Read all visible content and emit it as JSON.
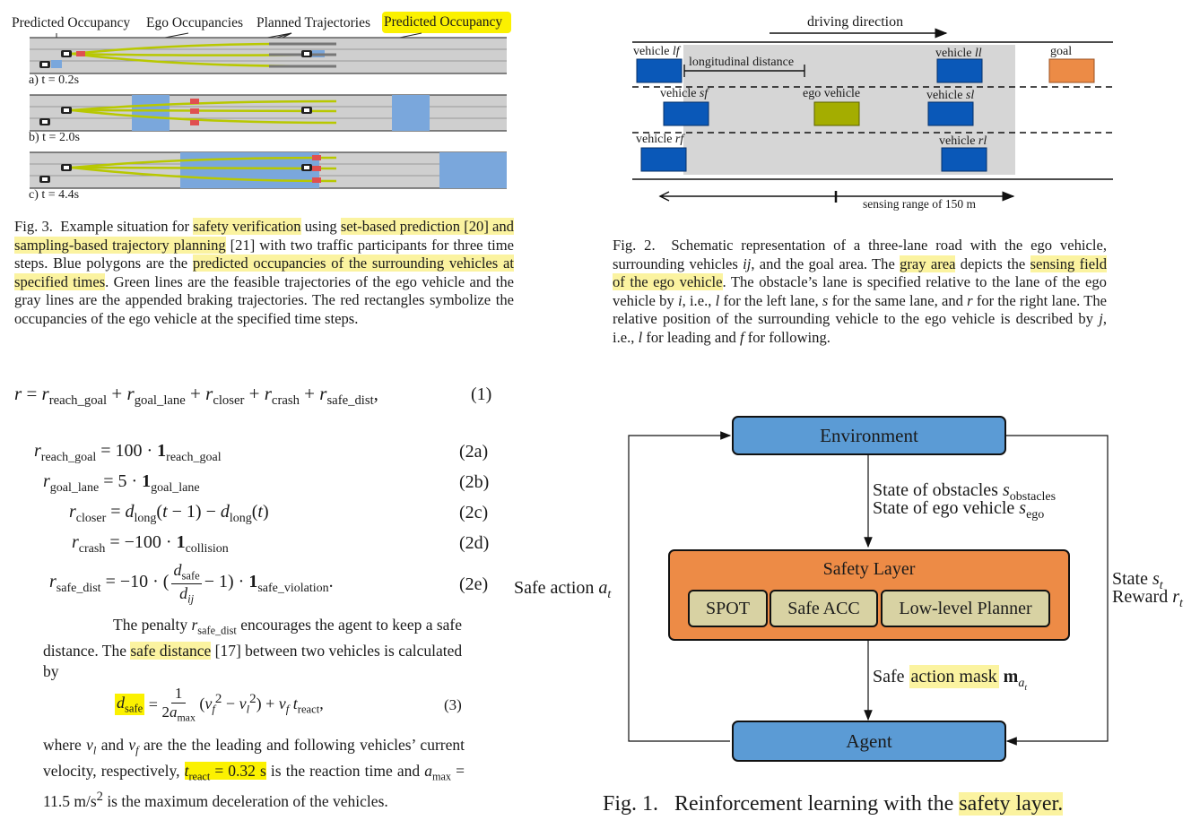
{
  "fig3": {
    "labels": {
      "pred_occ_left": "Predicted Occupancy",
      "ego_occ": "Ego Occupancies",
      "planned": "Planned Trajectories",
      "pred_occ_right": "Predicted Occupancy"
    },
    "panels": [
      "a) t = 0.2s",
      "b) t = 2.0s",
      "c) t = 4.4s"
    ],
    "caption_prefix": "Fig. 3.",
    "caption": {
      "p1": "Example situation for ",
      "h1": "safety verification",
      "p2": " using ",
      "h2": "set-based prediction [20] and sampling-based trajectory planning",
      "p3": " [21] with two traffic participants for three time steps. Blue polygons are the ",
      "h3": "predicted occupancies of the surrounding vehicles at specified times",
      "p4": ". Green lines are the feasible trajectories of the ego vehicle and the gray lines are the appended braking trajectories. The red rectangles symbolize the occupancies of the ego vehicle at the specified time steps."
    }
  },
  "fig2": {
    "driving_direction": "driving direction",
    "longitudinal_distance": "longitudinal distance",
    "sensing_range": "sensing range of 150 m",
    "goal": "goal",
    "ego_vehicle": "ego vehicle",
    "vehicle_word": "vehicle",
    "vehicles": {
      "lf": "lf",
      "ll": "ll",
      "sf": "sf",
      "sl": "sl",
      "rf": "rf",
      "rl": "rl"
    },
    "caption_prefix": "Fig. 2.",
    "caption": {
      "p1": "Schematic representation of a three-lane road with the ego vehicle, surrounding vehicles ",
      "ij": "ij",
      "p2": ", and the goal area. The ",
      "h1": "gray area",
      "p3": " depicts the ",
      "h2": "sensing field of the ego vehicle",
      "p4": ". The obstacle’s lane is specified relative to the lane of the ego vehicle by ",
      "i": "i",
      "p5": ", i.e., ",
      "l1": "l",
      "p6": " for the left lane, ",
      "s": "s",
      "p7": " for the same lane, and ",
      "r": "r",
      "p8": " for the right lane. The relative position of the surrounding vehicle to the ego vehicle is described by ",
      "j": "j",
      "p9": ", i.e., ",
      "l2": "l",
      "p10": " for leading and ",
      "f": "f",
      "p11": " for following."
    },
    "colors": {
      "vehicle": "#0a58b8",
      "ego": "#a4ad00",
      "goal": "#ec8b46",
      "sensing": "#d6d6d6"
    }
  },
  "equations": {
    "eq1_num": "(1)",
    "eq2_nums": [
      "(2a)",
      "(2b)",
      "(2c)",
      "(2d)",
      "(2e)"
    ],
    "eq3_num": "(3)"
  },
  "text": {
    "para1_a": "The penalty ",
    "para1_b": " encourages the agent to keep a safe distance. The ",
    "para1_h": "safe distance",
    "para1_c": " [17] between two vehicles is calculated by",
    "para2_a": "where ",
    "para2_b": " and ",
    "para2_c": " are the the leading and following vehicles’ current velocity, respectively, ",
    "para2_d": " is the reaction time and ",
    "para2_e": " is the maximum deceleration of the vehicles."
  },
  "fig1": {
    "environment": "Environment",
    "state_obstacles": "State of obstacles ",
    "state_ego": "State of ego vehicle ",
    "safety_layer": "Safety Layer",
    "modules": [
      "SPOT",
      "Safe ACC",
      "Low-level Planner"
    ],
    "safe_prefix": "Safe ",
    "action_mask": "action mask",
    "agent": "Agent",
    "safe_action": "Safe action ",
    "state": "State ",
    "reward": "Reward ",
    "caption_prefix": "Fig. 1.",
    "caption_text": "Reinforcement learning with the ",
    "caption_hl": "safety layer.",
    "colors": {
      "box": "#5b9bd5",
      "safety": "#ed8b46",
      "module": "#d8d2a3"
    }
  }
}
